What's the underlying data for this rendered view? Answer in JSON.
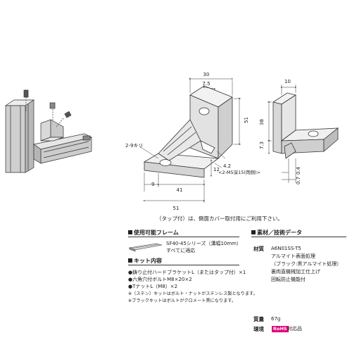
{
  "diagram": {
    "iso": {
      "dims": {
        "d30": "30",
        "d75": "7.5",
        "d51a": "51",
        "d51b": "51",
        "d41": "41",
        "d12": "12",
        "d42": "4.2",
        "d9": "9"
      },
      "label_slot": "2-9キリ",
      "label_tap": "<2-M5深15(両側)>"
    },
    "side": {
      "dims": {
        "d10": "10",
        "d38": "38",
        "d73": "7.3",
        "d04": "0.4",
        "d07": "0.7"
      }
    },
    "note": "（タップ付）は、側面カバー取付用にご利用下さい。"
  },
  "frame": {
    "heading": "使用可能フレーム",
    "series": "SF40-45シリーズ（溝幅10mm）",
    "sub": "すべてに適応"
  },
  "kit": {
    "heading": "キット内容",
    "items": [
      "●鋳り止付ハードブラケットL（またはタップ付）×1",
      "●六角穴付ボルトM8×20×2",
      "●TナットL（M8）×2"
    ],
    "notes": [
      "※（ステン）キットはボルト・ナットがステンレス製となります。",
      "※ブラックキットはボルトがクロメート黒になります。"
    ]
  },
  "spec": {
    "heading": "素材／技術データ",
    "material_label": "材質",
    "material_lines": [
      "A6N01SS-T5",
      "アルマイト表面処理",
      "（ブラック:黒アルマイト処理）",
      "裏肉直機械加工仕上げ",
      "回転防止機能付"
    ],
    "mass_label": "質量",
    "mass_value": "67g",
    "env_label": "環境",
    "rohs_badge": "RoHS",
    "rohs_text": "対応品"
  },
  "colors": {
    "line": "#333333",
    "fill": "#e8e8e8",
    "rohs": "#e0007a",
    "frame_fill": "#d6d6d6"
  }
}
